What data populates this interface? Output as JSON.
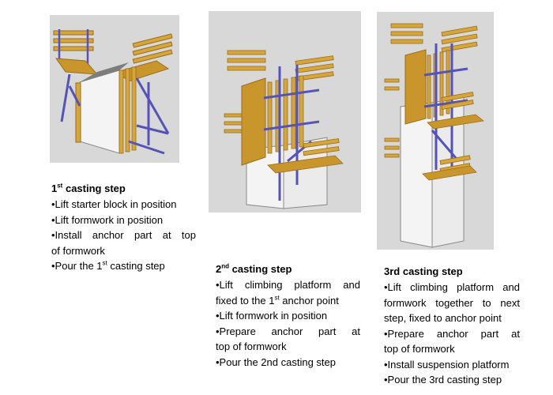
{
  "steps": [
    {
      "title_num": "1",
      "title_sup": "st",
      "title_rest": " casting step",
      "items": [
        "•Lift starter block in position",
        "•Lift formwork in position",
        "•Install anchor part at top",
        "of formwork"
      ],
      "last_pre": "•Pour the 1",
      "last_sup": "st",
      "last_post": " casting step"
    },
    {
      "title_num": "2",
      "title_sup": "nd",
      "title_rest": " casting step",
      "items": [
        "•Lift climbing platform and",
        "•Lift formwork in position",
        "•Prepare anchor part at",
        "top of formwork",
        "•Pour the 2nd casting step"
      ],
      "item2_pre": "fixed to the 1",
      "item2_sup": "st",
      "item2_post": " anchor point"
    },
    {
      "title": "3rd casting step",
      "items": [
        "•Lift climbing platform and",
        "formwork together to next",
        "step, fixed to anchor point",
        "•Prepare anchor part at",
        "top of formwork",
        "•Install suspension platform",
        "•Pour the 3rd casting step"
      ]
    }
  ],
  "colors": {
    "panel_bg": "#d8d8d8",
    "timber": "#d7a63a",
    "timber_dark": "#9a6d1c",
    "steel": "#5553b8",
    "concrete": "#f4f4f4"
  }
}
